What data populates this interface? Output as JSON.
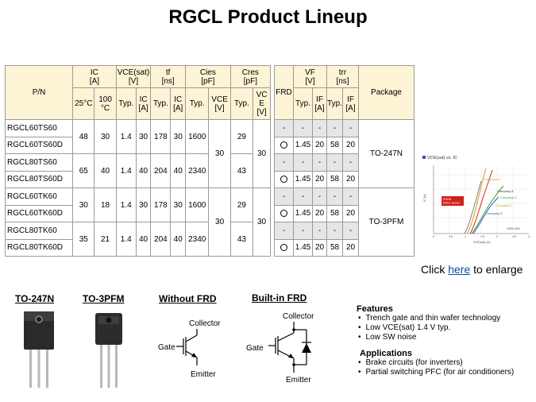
{
  "title": "RGCL Product Lineup",
  "headers": {
    "pn": "P/N",
    "ic": "IC\n[A]",
    "vce": "VCE(sat)\n[V]",
    "tf": "tf\n[ns]",
    "cies": "Cies\n[pF]",
    "cres": "Cres\n[pF]",
    "t25": "25°C",
    "t100": "100\n°C",
    "typ": "Typ.",
    "ica": "IC\n[A]",
    "vcev": "VCE\n[V]",
    "vcev2": "VC\nE\n[V]",
    "frd": "FRD",
    "vf": "VF\n[V]",
    "trr": "trr\n[ns]",
    "ifa": "IF\n[A]",
    "package": "Package"
  },
  "groups": [
    {
      "pns": [
        "RGCL60TS60",
        "RGCL60TS60D"
      ],
      "ic25": "48",
      "ic100": "30",
      "vce": "1.4",
      "vce_ic": "30",
      "tf": "178",
      "tf_ic": "30",
      "cies": "1600",
      "cres": "29"
    },
    {
      "pns": [
        "RGCL80TS60",
        "RGCL80TS60D"
      ],
      "ic25": "65",
      "ic100": "40",
      "vce": "1.4",
      "vce_ic": "40",
      "tf": "204",
      "tf_ic": "40",
      "cies": "2340",
      "cres": "43"
    },
    {
      "pns": [
        "RGCL60TK60",
        "RGCL60TK60D"
      ],
      "ic25": "30",
      "ic100": "18",
      "vce": "1.4",
      "vce_ic": "30",
      "tf": "178",
      "tf_ic": "30",
      "cies": "1600",
      "cres": "29"
    },
    {
      "pns": [
        "RGCL80TK60",
        "RGCL80TK60D"
      ],
      "ic25": "35",
      "ic100": "21",
      "vce": "1.4",
      "vce_ic": "40",
      "tf": "204",
      "tf_ic": "40",
      "cies": "2340",
      "cres": "43"
    }
  ],
  "shared": {
    "cies_vce": "30",
    "cres_vce": "30"
  },
  "frd_rows": {
    "none": [
      "-",
      "-",
      "-",
      "-",
      "-"
    ],
    "with": {
      "frd": "○",
      "vf": "1.45",
      "vf_if": "20",
      "trr": "58",
      "trr_if": "20"
    }
  },
  "packages": [
    "TO-247N",
    "TO-3PFM"
  ],
  "thumbnail": {
    "title": "VCE(sat) vs. IC",
    "series": [
      "Company A",
      "Company B",
      "Company C",
      "Company D",
      "Company E"
    ],
    "legend": "RGH8\nRGCL Series",
    "xlabel": "VCE(sat) (V)",
    "ylabel": "IC (A)",
    "note": "VGE=15V",
    "x_ticks": [
      "0",
      "0.5",
      "1",
      "1.5",
      "2",
      "2.5",
      "3"
    ],
    "colors": {
      "A": "#e02020",
      "B": "#c8a020",
      "C": "#30a030",
      "D": "#2060c0",
      "E": "#808080"
    }
  },
  "enlarge": {
    "prefix": "Click ",
    "link": "here",
    "suffix": " to enlarge"
  },
  "bottom": {
    "to247n": "TO-247N",
    "to3pfm": "TO-3PFM",
    "without_frd": "Without FRD",
    "builtin_frd": "Built-in FRD",
    "collector": "Collector",
    "gate": "Gate",
    "emitter": "Emitter"
  },
  "features": {
    "heading": "Features",
    "items": [
      "Trench gate and thin  wafer technology",
      "Low VCE(sat) 1.4 V typ.",
      "Low SW noise"
    ],
    "app_heading": "Applications",
    "app_items": [
      "Brake circuits (for inverters)",
      "Partial switching PFC  (for air conditioners)"
    ]
  }
}
